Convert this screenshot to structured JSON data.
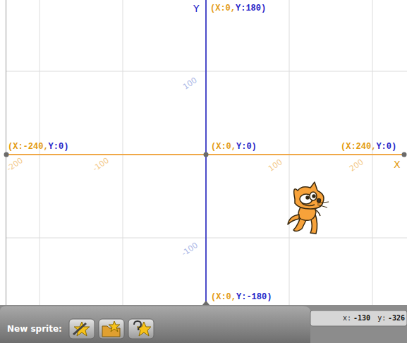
{
  "diagram": {
    "labels": [
      "Y",
      "(X:0,",
      "Y:180)",
      "100",
      "(X:-240,",
      "Y:0)",
      "(X:0,",
      "Y:0)",
      "(X:240,",
      "Y:0)",
      "X",
      "-200",
      "-100",
      "100",
      "200",
      "-100",
      "(X:0,",
      "Y:-180)",
      "New sprite:",
      "x:",
      "-130",
      "y:",
      "-326"
    ]
  }
}
